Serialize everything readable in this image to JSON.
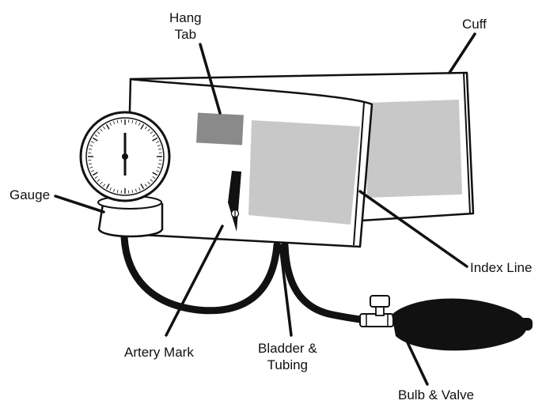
{
  "labels": {
    "hang_tab": [
      "Hang",
      "Tab"
    ],
    "cuff": "Cuff",
    "gauge": "Gauge",
    "index_line": "Index Line",
    "artery_mark": "Artery Mark",
    "bladder_tubing": [
      "Bladder &",
      "Tubing"
    ],
    "bulb_valve": "Bulb & Valve"
  },
  "colors": {
    "outline": "#111111",
    "fill_light": "#ffffff",
    "panel_gray": "#c8c8c8",
    "tab_gray": "#8a8a8a",
    "bulb": "#111111"
  }
}
